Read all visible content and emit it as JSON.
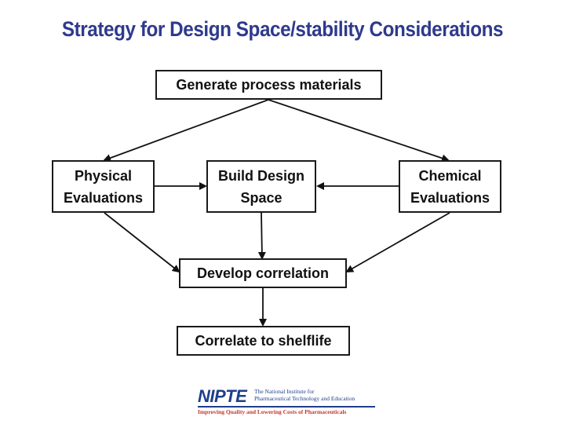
{
  "title": "Strategy for Design Space/stability Considerations",
  "nodes": {
    "generate": "Generate process materials",
    "physical": [
      "Physical",
      "Evaluations"
    ],
    "build": [
      "Build Design",
      "Space"
    ],
    "chemical": [
      "Chemical",
      "Evaluations"
    ],
    "develop": "Develop correlation",
    "correlate": "Correlate to shelflife"
  },
  "logo": {
    "brand": "NIPTE",
    "institute_line1": "The National Institute for",
    "institute_line2": "Pharmaceutical Technology and Education",
    "tagline": "Improving Quality and Lowering Costs of Pharmaceuticals"
  },
  "colors": {
    "title": "#2e3a8c",
    "logo": "#1f3e8c",
    "tagline": "#c0392b"
  }
}
